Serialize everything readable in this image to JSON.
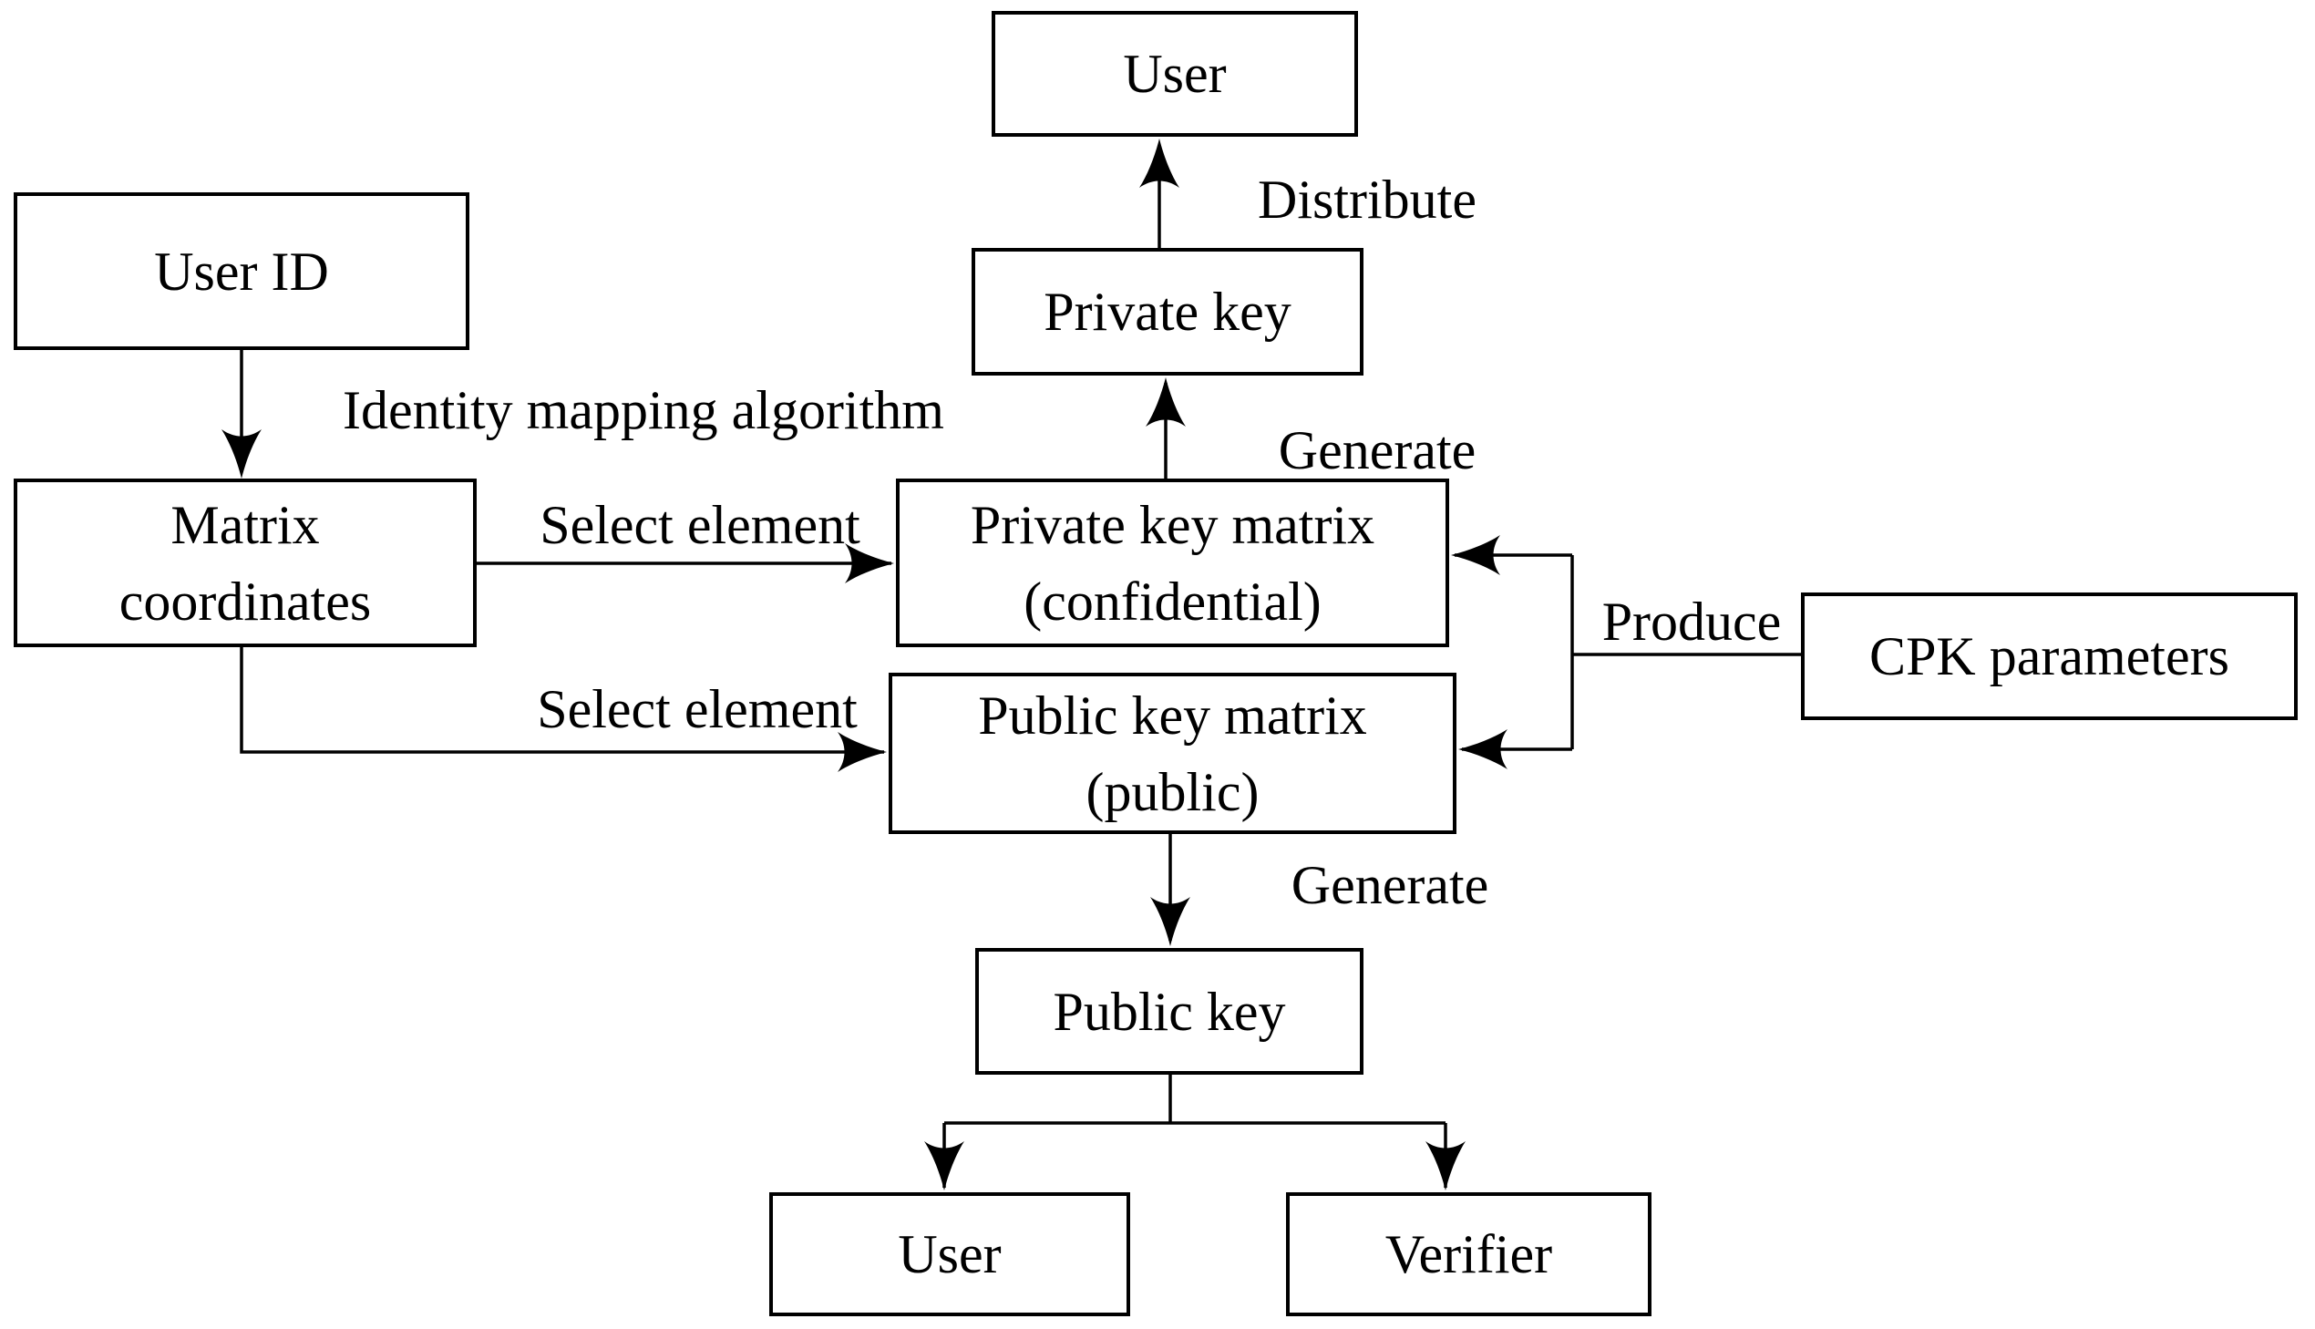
{
  "nodes": {
    "user_top": "User",
    "private_key": "Private key",
    "user_id": "User ID",
    "matrix_coordinates_line1": "Matrix",
    "matrix_coordinates_line2": "coordinates",
    "private_key_matrix_line1": "Private key matrix",
    "private_key_matrix_line2": "(confidential)",
    "public_key_matrix_line1": "Public key matrix",
    "public_key_matrix_line2": "(public)",
    "cpk_parameters": "CPK parameters",
    "public_key": "Public key",
    "user_bottom": "User",
    "verifier": "Verifier"
  },
  "edge_labels": {
    "distribute": "Distribute",
    "identity_mapping": "Identity mapping algorithm",
    "select_element_top": "Select element",
    "select_element_bottom": "Select element",
    "generate_top": "Generate",
    "generate_bottom": "Generate",
    "produce": "Produce"
  },
  "colors": {
    "line": "#000000",
    "box_fill": "#ffffff",
    "background": "#ffffff",
    "text": "#000000"
  }
}
